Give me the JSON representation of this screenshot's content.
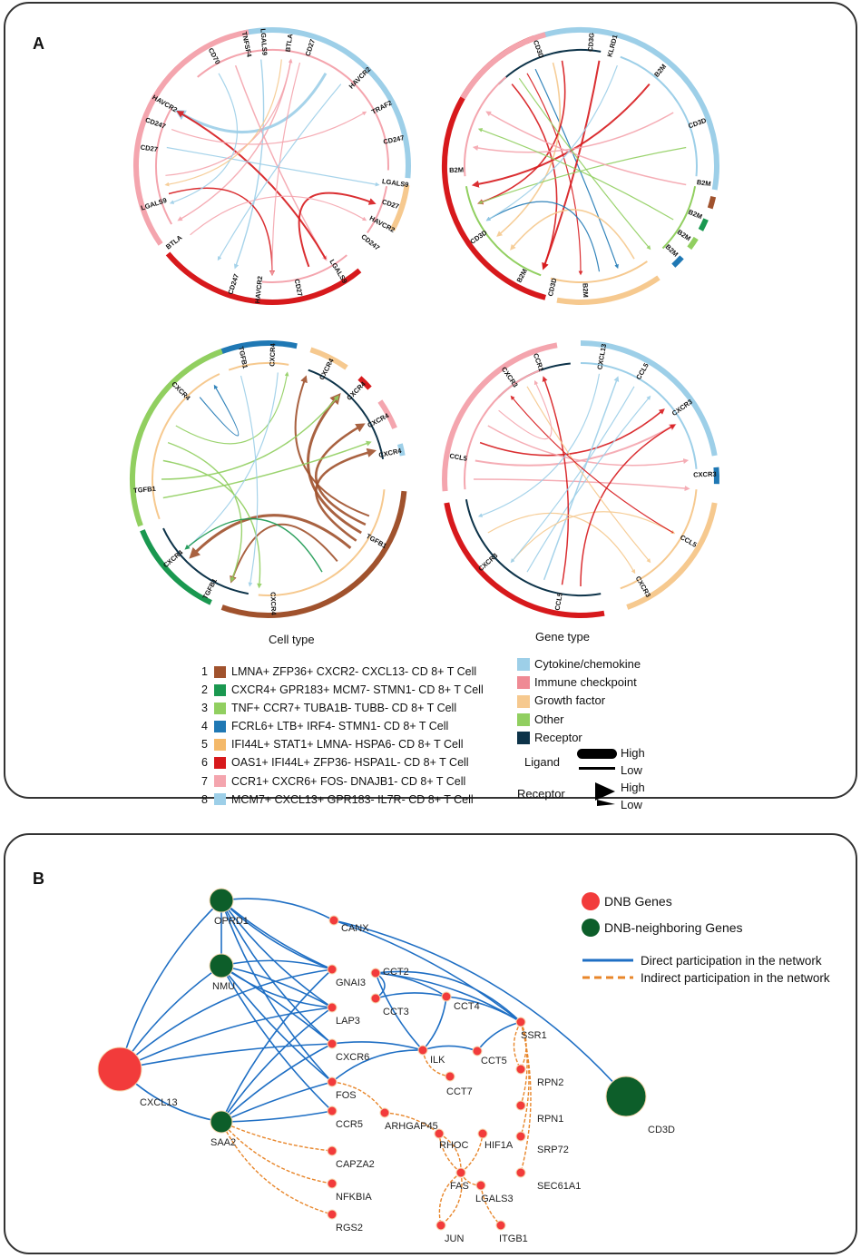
{
  "panel_a": {
    "label": "A",
    "cell_type_title": "Cell type",
    "gene_type_title": "Gene type",
    "cell_types": [
      {
        "num": "1",
        "label": "LMNA+ ZFP36+ CXCR2- CXCL13- CD 8+ T Cell",
        "color": "#a0522d"
      },
      {
        "num": "2",
        "label": "CXCR4+ GPR183+ MCM7- STMN1- CD 8+ T Cell",
        "color": "#1a9850"
      },
      {
        "num": "3",
        "label": "TNF+ CCR7+ TUBA1B- TUBB- CD 8+ T Cell",
        "color": "#91cf60"
      },
      {
        "num": "4",
        "label": "FCRL6+ LTB+ IRF4- STMN1- CD 8+ T Cell",
        "color": "#1f78b4"
      },
      {
        "num": "5",
        "label": "IFI44L+ STAT1+ LMNA- HSPA6- CD 8+ T Cell",
        "color": "#f4b96a"
      },
      {
        "num": "6",
        "label": "OAS1+ IFI44L+ ZFP36- HSPA1L- CD 8+ T Cell",
        "color": "#d7191c"
      },
      {
        "num": "7",
        "label": "CCR1+ CXCR6+ FOS- DNAJB1- CD 8+ T Cell",
        "color": "#f4a5ae"
      },
      {
        "num": "8",
        "label": "MCM7+ CXCL13+ GPR183- IL7R- CD 8+ T Cell",
        "color": "#9dcfe8"
      }
    ],
    "gene_types": [
      {
        "label": "Cytokine/chemokine",
        "color": "#9dcfe8"
      },
      {
        "label": "Immune checkpoint",
        "color": "#ef8a94"
      },
      {
        "label": "Growth factor",
        "color": "#f6c98f"
      },
      {
        "label": "Other",
        "color": "#91cf60"
      },
      {
        "label": "Receptor",
        "color": "#0d3349"
      }
    ],
    "width_legend": {
      "ligand": "Ligand",
      "receptor": "Receptor",
      "high1": "High",
      "low1": "Low",
      "high2": "High",
      "low2": "Low"
    },
    "chord_labels": {
      "c1": [
        "CD70",
        "TNFSF4",
        "LGALS9",
        "BTLA",
        "CD27",
        "HAVCR2",
        "TRAF2",
        "CD247",
        "LGALS9",
        "CD27",
        "HAVCR2",
        "CD247",
        "LGALS9",
        "CD27",
        "HAVCR2",
        "CD247",
        "BTLA",
        "LGALS9",
        "CD27",
        "CD247",
        "HAVCR2"
      ],
      "c2": [
        "CD3D",
        "CD3G",
        "KLRD1",
        "B2M",
        "CD3D",
        "B2M",
        "B2M",
        "B2M",
        "B2M",
        "B2M",
        "CD3D",
        "B2M",
        "B2M",
        "CD3D"
      ],
      "c3": [
        "TGFB1",
        "CXCR4",
        "CXCR4",
        "CXCR4",
        "CXCR4",
        "CXCR4",
        "CXCR4",
        "TGFB1",
        "CXCR4",
        "TGFB1",
        "CXCR4",
        "TGFB1"
      ],
      "c4": [
        "CCR1",
        "CXCL13",
        "CCL5",
        "CXCR3",
        "CXCR3",
        "CCL5",
        "CXCR3",
        "CCL5",
        "CXCR3",
        "CXCR3",
        "CCL5"
      ]
    }
  },
  "panel_b": {
    "label": "B",
    "legend": {
      "dnb": "DNB Genes",
      "neighbor": "DNB-neighboring Genes",
      "direct": "Direct participation in the network",
      "indirect": "Indirect participation in the network"
    },
    "colors": {
      "dnb": "#f23b3b",
      "neighbor": "#0d5e2a",
      "direct": "#1f6fc4",
      "indirect": "#e8862a"
    },
    "nodes": [
      "CANX",
      "OPRD1",
      "GNAI3",
      "LAP3",
      "NMU",
      "CXCR6",
      "CXCL13",
      "FOS",
      "SAA2",
      "CCR5",
      "CAPZA2",
      "NFKBIA",
      "RGS2",
      "CCT2",
      "CCT3",
      "CCT4",
      "ILK",
      "CCT7",
      "CCT5",
      "SSR1",
      "RPN2",
      "RPN1",
      "SRP72",
      "SEC61A1",
      "ARHGAP45",
      "RHOC",
      "HIF1A",
      "FAS",
      "LGALS3",
      "JUN",
      "ITGB1",
      "CD3D"
    ]
  }
}
